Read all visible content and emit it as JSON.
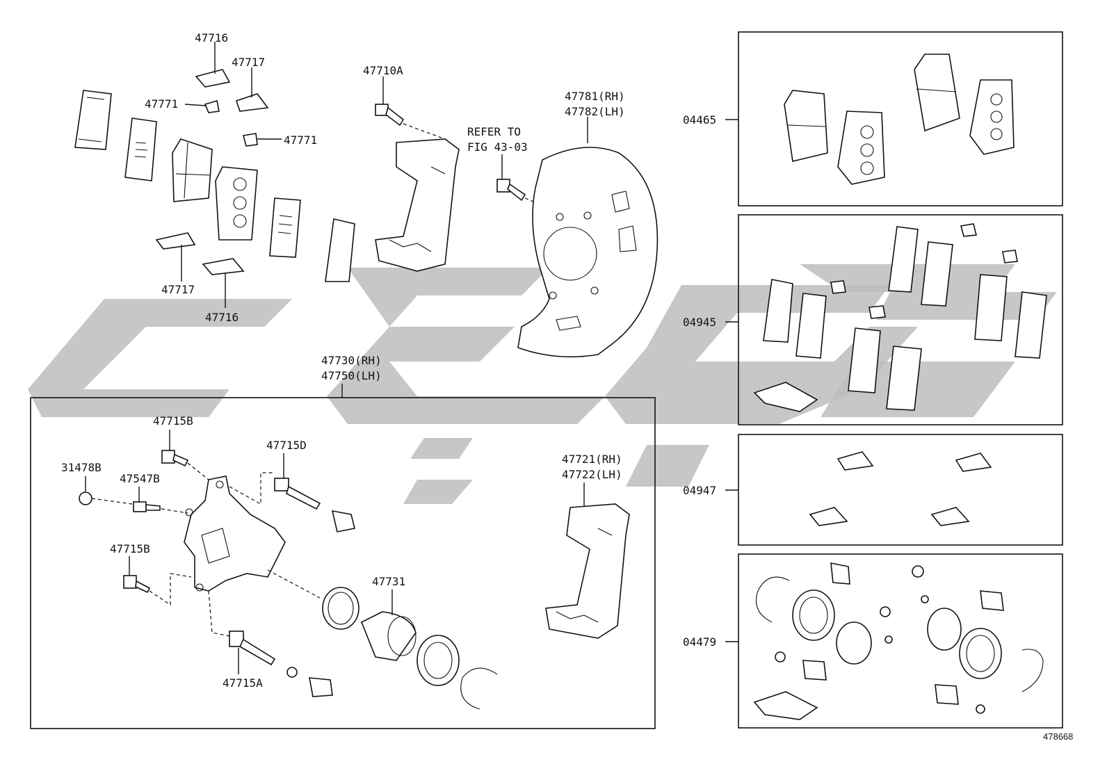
{
  "labels": {
    "p47716_top": "47716",
    "p47717_top": "47717",
    "p47771_a": "47771",
    "p47771_b": "47771",
    "p47717_bot": "47717",
    "p47716_bot": "47716",
    "p47710A": "47710A",
    "refer_1": "REFER TO",
    "refer_2": "FIG 43-03",
    "p47781": "47781(RH)",
    "p47782": "47782(LH)",
    "p47730": "47730(RH)",
    "p47750": "47750(LH)",
    "p47715B_top": "47715B",
    "p47715D": "47715D",
    "p31478B": "31478B",
    "p47547B": "47547B",
    "p47715B_mid": "47715B",
    "p47731": "47731",
    "p47715A": "47715A",
    "p47721": "47721(RH)",
    "p47722": "47722(LH)",
    "kit_04465": "04465",
    "kit_04945": "04945",
    "kit_04947": "04947",
    "kit_04479": "04479",
    "figure_number": "478668"
  }
}
